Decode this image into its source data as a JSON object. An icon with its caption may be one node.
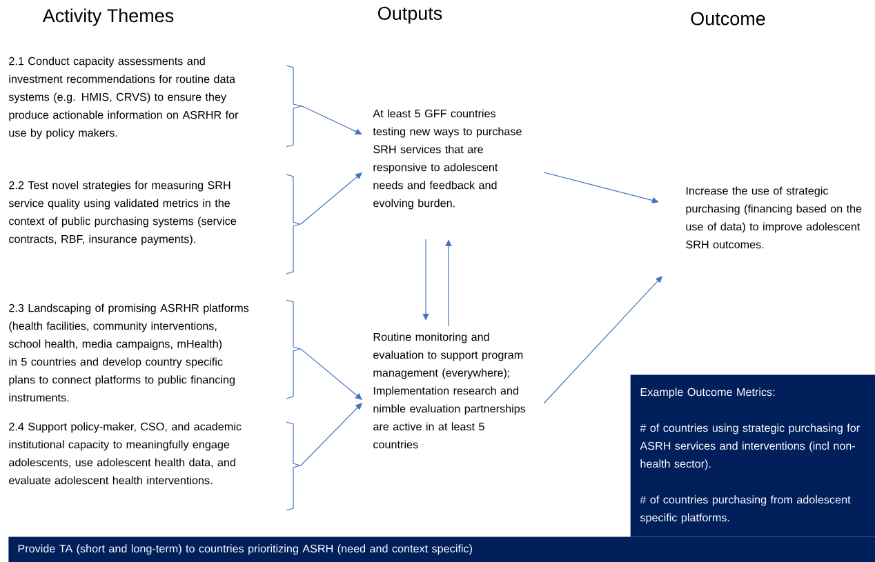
{
  "diagram": {
    "nodes": [
      {
        "text": [
          "2.1 Conduct capacity assessments and investment recommendations for routine data systems (e.g. HMIS, CRVS) to ensure they produce actionable information on ASRHR for use by policy makers."
        ]
      },
      {
        "text": [
          "2.2 Test novel strategies for measuring SRH service quality using validated metrics in the context of public purchasing systems (service contracts, RBF, insurance payments)."
        ]
      },
      {
        "text": [
          "2.3 Landscaping of promising ASRHR platforms (health facilities, community interventions, school health, media campaigns, mHealth) in 5 countries and develop country specific plans to connect platforms to public financing instruments."
        ]
      },
      {
        "text": [
          "2.4 Support policy-maker, CSO, and academic institutional capacity to meaningfully engage adolescents, use adolescent health data, and evaluate adolescent health interventions."
        ]
      },
      {
        "text": [
          "At least 5 GFF countries testing new ways to purchase SRH services that are responsive to adolescent needs and feedback and evolving burden."
        ]
      },
      {
        "text": [
          "Routine monitoring and evaluation to support program management (everywhere); Implementation research and nimble evaluation partnerships are active in at least 5 countries"
        ]
      },
      {
        "text": [
          "Increase the use of strategic purchasing (financing based on the use of data) to improve adolescent SRH outcomes."
        ]
      },
      {
        "text": [
          "Example Outcome Metrics:",
          "# of countries using strategic purchasing for ASRH services and interventions (incl non-health sector).",
          "# of countries purchasing from adolescent specific platforms."
        ]
      },
      {
        "text": [
          "Provide TA (short and long-term) to countries prioritizing ASRH (need and context specific)"
        ]
      }
    ],
    "edges": [
      {
        "from": 0,
        "to": 4,
        "arrow": "to"
      },
      {
        "from": 1,
        "to": 4,
        "arrow": "to"
      },
      {
        "from": 2,
        "to": 5,
        "arrow": "to"
      },
      {
        "from": 3,
        "to": 5,
        "arrow": "to"
      },
      {
        "from": 4,
        "to": 5,
        "arrow": "to"
      },
      {
        "from": 5,
        "to": 4,
        "arrow": "to"
      },
      {
        "from": 4,
        "to": 6,
        "arrow": "to"
      },
      {
        "from": 5,
        "to": 6,
        "arrow": "to"
      }
    ],
    "labels": [
      "Activity Themes",
      "Outputs",
      "Outcome"
    ]
  }
}
